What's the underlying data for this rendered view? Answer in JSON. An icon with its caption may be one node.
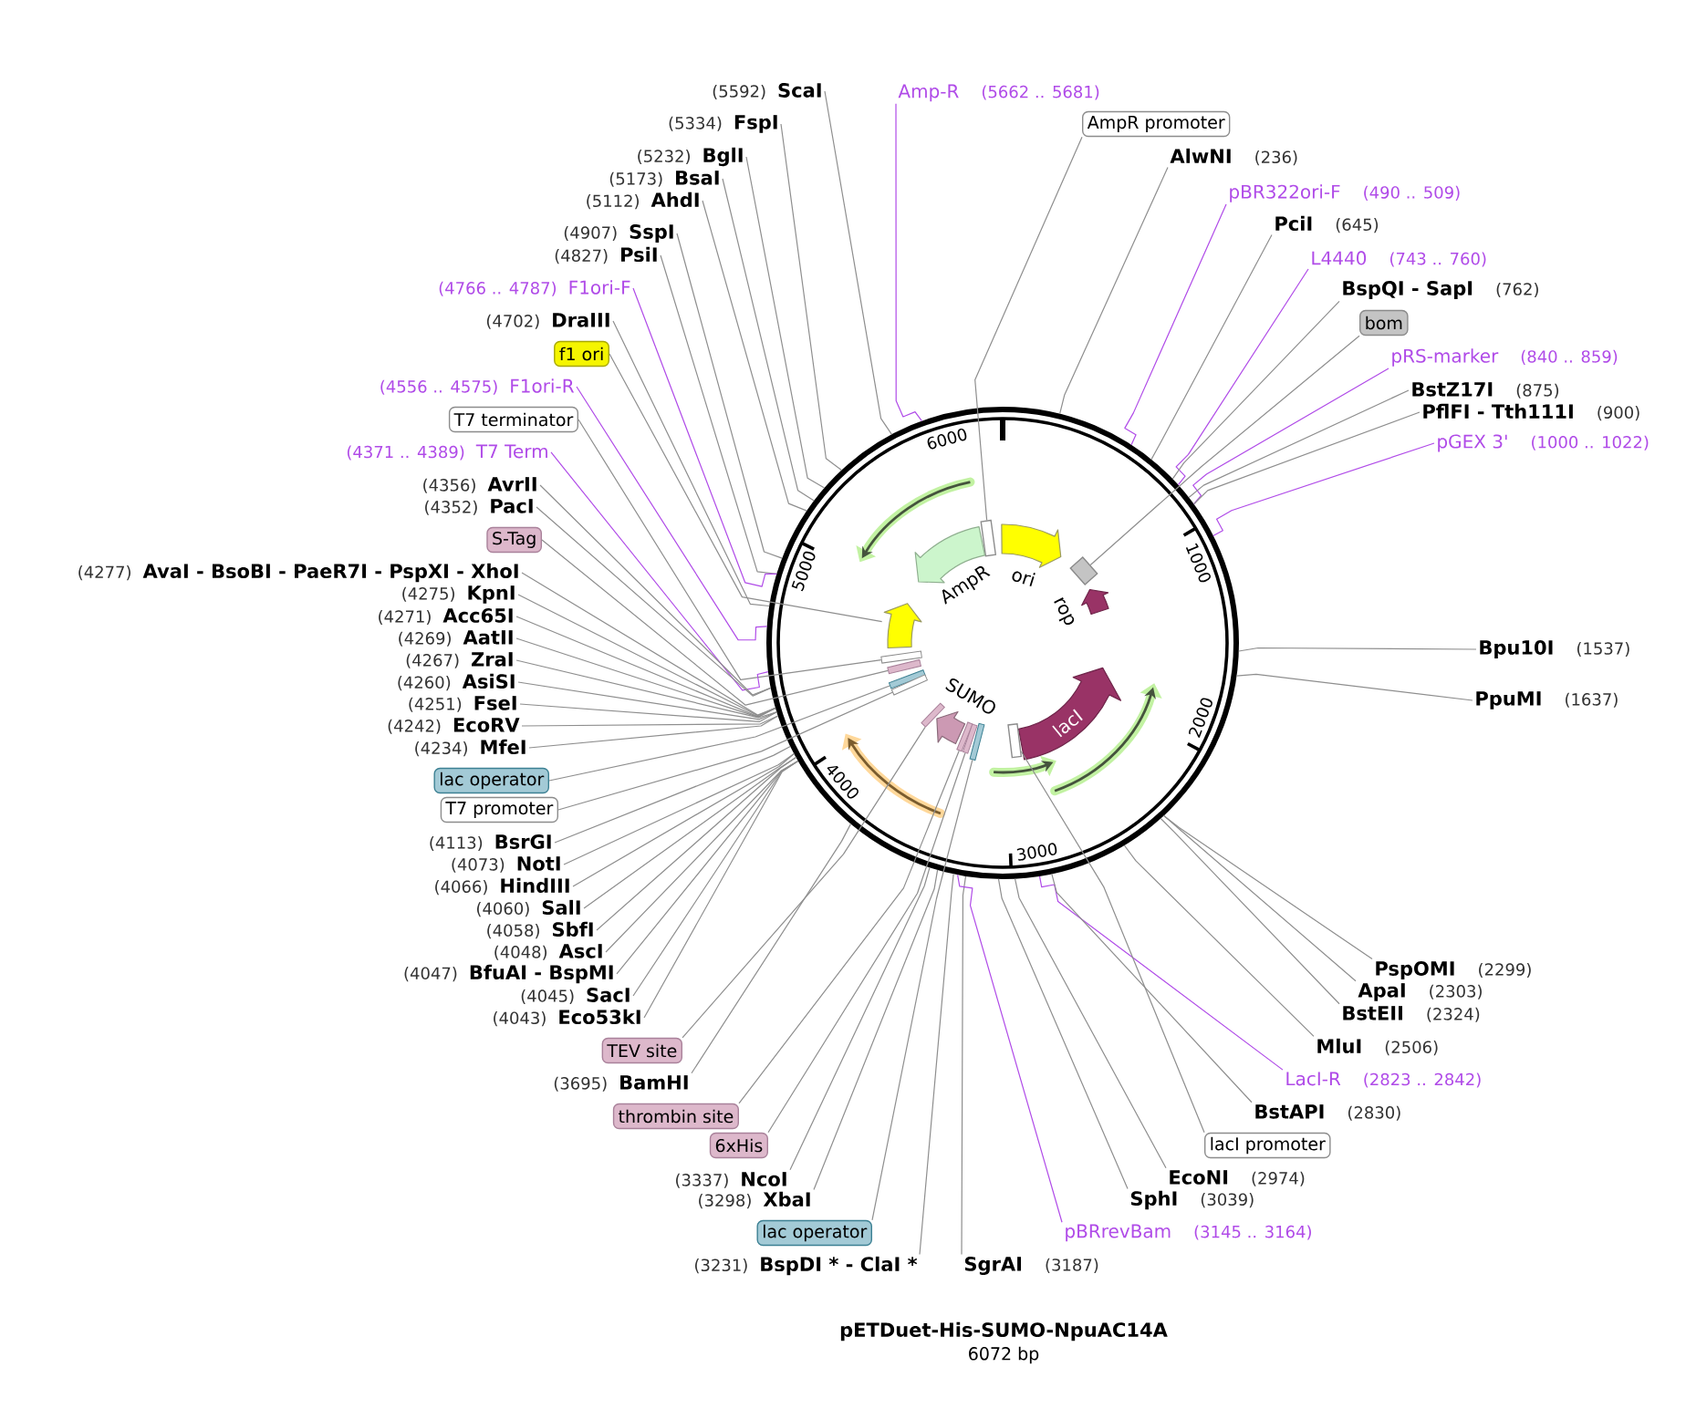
{
  "diagram": {
    "title": "pETDuet-His-SUMO-NpuAC14A",
    "caption": "6072 bp",
    "nodes": [
      {
        "text": [],
        "shape": "circle"
      },
      {
        "text": [],
        "shape": "box",
        "in": 0
      },
      {
        "text": [
          "ori"
        ],
        "in": 0
      },
      {
        "text": [
          "AmpR"
        ],
        "in": 0
      },
      {
        "text": [],
        "shape": "box",
        "in": 0
      },
      {
        "text": [
          "rop"
        ],
        "in": 0
      },
      {
        "text": [],
        "shape": "arrow",
        "in": 0
      },
      {
        "text": [],
        "shape": "bar",
        "in": 0
      },
      {
        "text": [],
        "shape": "bar",
        "in": 0
      },
      {
        "text": [],
        "shape": "bar",
        "in": 0
      },
      {
        "text": [],
        "shape": "bar",
        "in": 0
      },
      {
        "text": [
          "SUMO"
        ],
        "in": 0
      },
      {
        "text": [],
        "shape": "bar",
        "in": 0
      },
      {
        "text": [
          "lacI"
        ],
        "in": 0
      },
      {
        "text": [],
        "shape": "bar",
        "in": 0
      },
      {
        "text": [],
        "shape": "bar",
        "in": 0
      },
      {
        "text": [],
        "shape": "bar",
        "in": 0
      },
      {
        "text": [],
        "shape": "box",
        "in": 0
      },
      {
        "text": [
          "(5592)",
          "ScaI"
        ]
      },
      {
        "text": [
          "(5334)",
          "FspI"
        ]
      },
      {
        "text": [
          "(5232)",
          "BglI"
        ]
      },
      {
        "text": [
          "(5173)",
          "BsaI"
        ]
      },
      {
        "text": [
          "(5112)",
          "AhdI"
        ]
      },
      {
        "text": [
          "(4907)",
          "SspI"
        ]
      },
      {
        "text": [
          "(4827)",
          "PsiI"
        ]
      },
      {
        "text": [
          "(4766 .. 4787)",
          "F1ori-F"
        ]
      },
      {
        "text": [
          "(4702)",
          "DraIII"
        ]
      },
      {
        "text": [
          "f1 ori"
        ]
      },
      {
        "text": [
          "(4556 .. 4575)",
          "F1ori-R"
        ]
      },
      {
        "text": [
          "T7 terminator"
        ]
      },
      {
        "text": [
          "(4371 .. 4389)",
          "T7 Term"
        ]
      },
      {
        "text": [
          "(4356)",
          "AvrII"
        ]
      },
      {
        "text": [
          "(4352)",
          "PacI"
        ]
      },
      {
        "text": [
          "S-Tag"
        ]
      },
      {
        "text": [
          "(4277)",
          "AvaI - BsoBI - PaeR7I - PspXI - XhoI"
        ]
      },
      {
        "text": [
          "(4275)",
          "KpnI"
        ]
      },
      {
        "text": [
          "(4271)",
          "Acc65I"
        ]
      },
      {
        "text": [
          "(4269)",
          "AatII"
        ]
      },
      {
        "text": [
          "(4267)",
          "ZraI"
        ]
      },
      {
        "text": [
          "(4260)",
          "AsiSI"
        ]
      },
      {
        "text": [
          "(4251)",
          "FseI"
        ]
      },
      {
        "text": [
          "(4242)",
          "EcoRV"
        ]
      },
      {
        "text": [
          "(4234)",
          "MfeI"
        ]
      },
      {
        "text": [
          "lac operator"
        ]
      },
      {
        "text": [
          "T7 promoter"
        ]
      },
      {
        "text": [
          "(4113)",
          "BsrGI"
        ]
      },
      {
        "text": [
          "(4073)",
          "NotI"
        ]
      },
      {
        "text": [
          "(4066)",
          "HindIII"
        ]
      },
      {
        "text": [
          "(4060)",
          "SalI"
        ]
      },
      {
        "text": [
          "(4058)",
          "SbfI"
        ]
      },
      {
        "text": [
          "(4048)",
          "AscI"
        ]
      },
      {
        "text": [
          "(4047)",
          "BfuAI - BspMI"
        ]
      },
      {
        "text": [
          "(4045)",
          "SacI"
        ]
      },
      {
        "text": [
          "(4043)",
          "Eco53kI"
        ]
      },
      {
        "text": [
          "TEV site"
        ]
      },
      {
        "text": [
          "(3695)",
          "BamHI"
        ]
      },
      {
        "text": [
          "thrombin site"
        ]
      },
      {
        "text": [
          "6xHis"
        ]
      },
      {
        "text": [
          "(3337)",
          "NcoI"
        ]
      },
      {
        "text": [
          "(3298)",
          "XbaI"
        ]
      },
      {
        "text": [
          "lac operator"
        ]
      },
      {
        "text": [
          "(3231)",
          "BspDI * - ClaI *"
        ]
      },
      {
        "text": [
          "SgrAI",
          "(3187)"
        ]
      },
      {
        "text": [
          "Amp-R",
          "(5662 .. 5681)"
        ]
      },
      {
        "text": [
          "AmpR promoter"
        ]
      },
      {
        "text": [
          "AlwNI",
          "(236)"
        ]
      },
      {
        "text": [
          "pBR322ori-F",
          "(490 .. 509)"
        ]
      },
      {
        "text": [
          "PciI",
          "(645)"
        ]
      },
      {
        "text": [
          "L4440",
          "(743 .. 760)"
        ]
      },
      {
        "text": [
          "BspQI - SapI",
          "(762)"
        ]
      },
      {
        "text": [
          "bom"
        ]
      },
      {
        "text": [
          "pRS-marker",
          "(840 .. 859)"
        ]
      },
      {
        "text": [
          "BstZ17I",
          "(875)"
        ]
      },
      {
        "text": [
          "PflFI - Tth111I",
          "(900)"
        ]
      },
      {
        "text": [
          "pGEX 3'",
          "(1000 .. 1022)"
        ]
      },
      {
        "text": [
          "Bpu10I",
          "(1537)"
        ]
      },
      {
        "text": [
          "PpuMI",
          "(1637)"
        ]
      },
      {
        "text": [
          "PspOMI",
          "(2299)"
        ]
      },
      {
        "text": [
          "ApaI",
          "(2303)"
        ]
      },
      {
        "text": [
          "BstEII",
          "(2324)"
        ]
      },
      {
        "text": [
          "MluI",
          "(2506)"
        ]
      },
      {
        "text": [
          "LacI-R",
          "(2823 .. 2842)"
        ]
      },
      {
        "text": [
          "BstAPI",
          "(2830)"
        ]
      },
      {
        "text": [
          "lacI promoter"
        ]
      },
      {
        "text": [
          "EcoNI",
          "(2974)"
        ]
      },
      {
        "text": [
          "SphI",
          "(3039)"
        ]
      },
      {
        "text": [
          "pBRrevBam",
          "(3145 .. 3164)"
        ]
      }
    ],
    "edges": [
      {
        "from": 18,
        "to": 0,
        "arrow": "none"
      },
      {
        "from": 19,
        "to": 0,
        "arrow": "none"
      },
      {
        "from": 20,
        "to": 0,
        "arrow": "none"
      },
      {
        "from": 21,
        "to": 0,
        "arrow": "none"
      },
      {
        "from": 22,
        "to": 0,
        "arrow": "none"
      },
      {
        "from": 23,
        "to": 0,
        "arrow": "none"
      },
      {
        "from": 24,
        "to": 0,
        "arrow": "none"
      },
      {
        "from": 25,
        "to": 0,
        "arrow": "none",
        "color": "#b04be8"
      },
      {
        "from": 26,
        "to": 0,
        "arrow": "none"
      },
      {
        "from": 27,
        "to": 6,
        "arrow": "none"
      },
      {
        "from": 28,
        "to": 0,
        "arrow": "none",
        "color": "#b04be8"
      },
      {
        "from": 29,
        "to": 7,
        "arrow": "none"
      },
      {
        "from": 30,
        "to": 0,
        "arrow": "none",
        "color": "#b04be8"
      },
      {
        "from": 31,
        "to": 0,
        "arrow": "none"
      },
      {
        "from": 32,
        "to": 0,
        "arrow": "none"
      },
      {
        "from": 33,
        "to": 8,
        "arrow": "none"
      },
      {
        "from": 34,
        "to": 0,
        "arrow": "none"
      },
      {
        "from": 35,
        "to": 0,
        "arrow": "none"
      },
      {
        "from": 36,
        "to": 0,
        "arrow": "none"
      },
      {
        "from": 37,
        "to": 0,
        "arrow": "none"
      },
      {
        "from": 38,
        "to": 0,
        "arrow": "none"
      },
      {
        "from": 39,
        "to": 0,
        "arrow": "none"
      },
      {
        "from": 40,
        "to": 0,
        "arrow": "none"
      },
      {
        "from": 41,
        "to": 0,
        "arrow": "none"
      },
      {
        "from": 42,
        "to": 0,
        "arrow": "none"
      },
      {
        "from": 43,
        "to": 9,
        "arrow": "none"
      },
      {
        "from": 44,
        "to": 10,
        "arrow": "none"
      },
      {
        "from": 45,
        "to": 0,
        "arrow": "none"
      },
      {
        "from": 46,
        "to": 0,
        "arrow": "none"
      },
      {
        "from": 47,
        "to": 0,
        "arrow": "none"
      },
      {
        "from": 48,
        "to": 0,
        "arrow": "none"
      },
      {
        "from": 49,
        "to": 0,
        "arrow": "none"
      },
      {
        "from": 50,
        "to": 0,
        "arrow": "none"
      },
      {
        "from": 51,
        "to": 0,
        "arrow": "none"
      },
      {
        "from": 52,
        "to": 0,
        "arrow": "none"
      },
      {
        "from": 53,
        "to": 0,
        "arrow": "none"
      },
      {
        "from": 54,
        "to": 12,
        "arrow": "none"
      },
      {
        "from": 55,
        "to": 0,
        "arrow": "none"
      },
      {
        "from": 56,
        "to": 14,
        "arrow": "none"
      },
      {
        "from": 57,
        "to": 15,
        "arrow": "none"
      },
      {
        "from": 58,
        "to": 0,
        "arrow": "none"
      },
      {
        "from": 59,
        "to": 0,
        "arrow": "none"
      },
      {
        "from": 60,
        "to": 16,
        "arrow": "none"
      },
      {
        "from": 61,
        "to": 0,
        "arrow": "none"
      },
      {
        "from": 62,
        "to": 0,
        "arrow": "none"
      },
      {
        "from": 63,
        "to": 0,
        "arrow": "none",
        "color": "#b04be8"
      },
      {
        "from": 64,
        "to": 1,
        "arrow": "none"
      },
      {
        "from": 65,
        "to": 0,
        "arrow": "none"
      },
      {
        "from": 66,
        "to": 0,
        "arrow": "none",
        "color": "#b04be8"
      },
      {
        "from": 67,
        "to": 0,
        "arrow": "none"
      },
      {
        "from": 68,
        "to": 0,
        "arrow": "none",
        "color": "#b04be8"
      },
      {
        "from": 69,
        "to": 0,
        "arrow": "none"
      },
      {
        "from": 70,
        "to": 4,
        "arrow": "none"
      },
      {
        "from": 71,
        "to": 0,
        "arrow": "none",
        "color": "#b04be8"
      },
      {
        "from": 72,
        "to": 0,
        "arrow": "none"
      },
      {
        "from": 73,
        "to": 0,
        "arrow": "none"
      },
      {
        "from": 74,
        "to": 0,
        "arrow": "none",
        "color": "#b04be8"
      },
      {
        "from": 75,
        "to": 0,
        "arrow": "none"
      },
      {
        "from": 76,
        "to": 0,
        "arrow": "none"
      },
      {
        "from": 77,
        "to": 0,
        "arrow": "none"
      },
      {
        "from": 78,
        "to": 0,
        "arrow": "none"
      },
      {
        "from": 79,
        "to": 0,
        "arrow": "none"
      },
      {
        "from": 80,
        "to": 0,
        "arrow": "none"
      },
      {
        "from": 81,
        "to": 0,
        "arrow": "none",
        "color": "#b04be8"
      },
      {
        "from": 82,
        "to": 0,
        "arrow": "none"
      },
      {
        "from": 83,
        "to": 17,
        "arrow": "none"
      },
      {
        "from": 84,
        "to": 0,
        "arrow": "none"
      },
      {
        "from": 85,
        "to": 0,
        "arrow": "none"
      },
      {
        "from": 86,
        "to": 0,
        "arrow": "none",
        "color": "#b04be8"
      }
    ],
    "labels": [
      "6000",
      "1000",
      "5000",
      "2000",
      "4000",
      "3000"
    ]
  }
}
